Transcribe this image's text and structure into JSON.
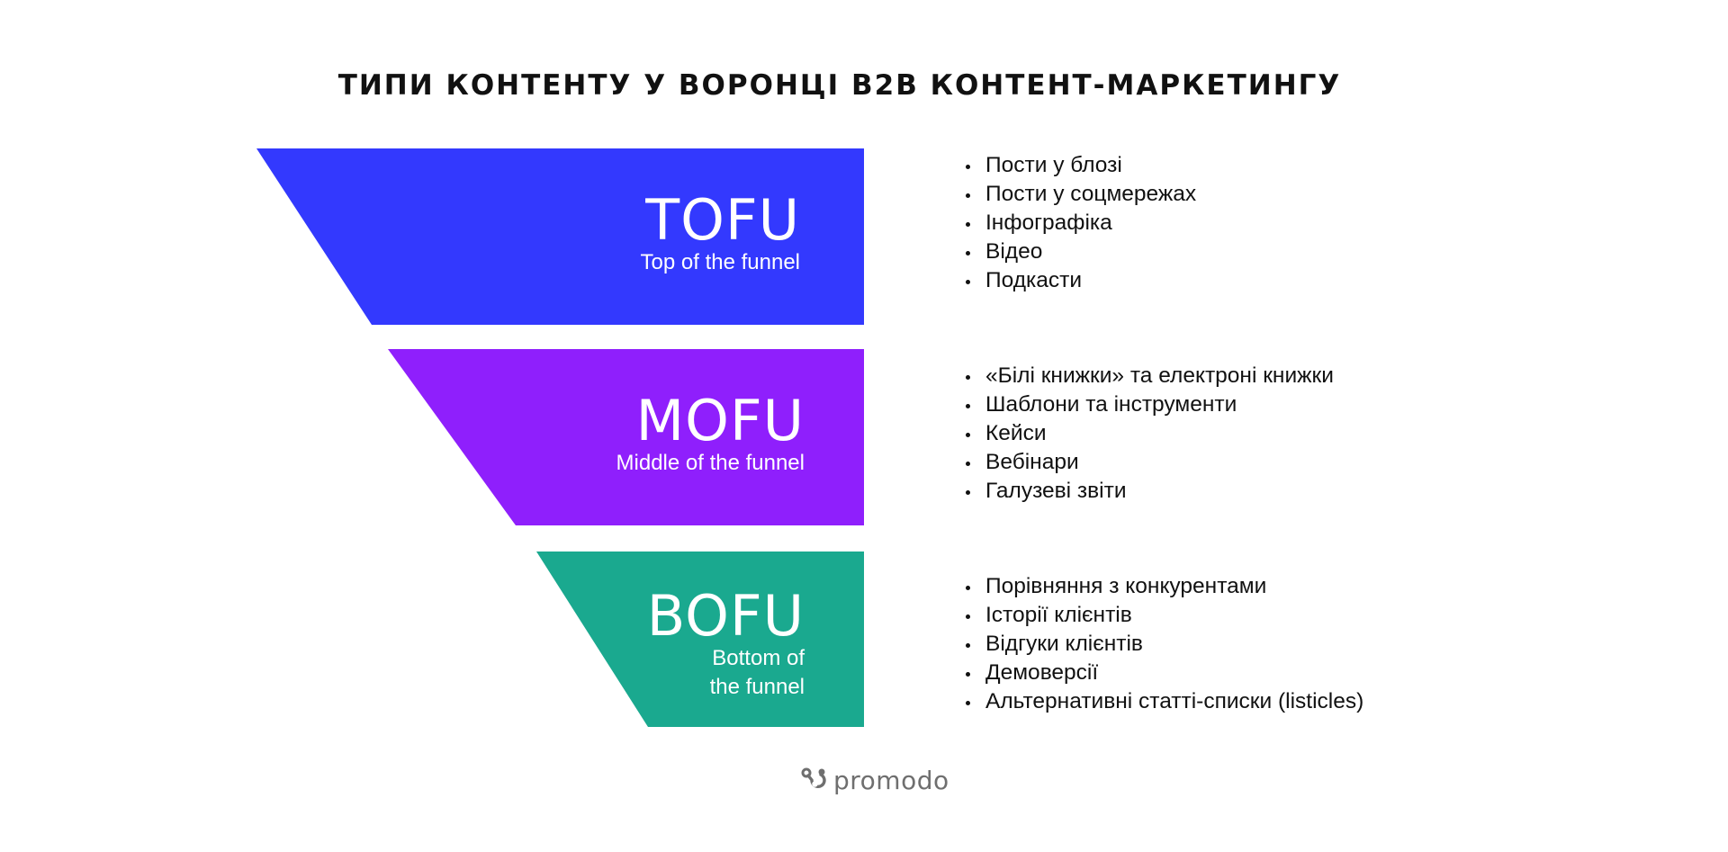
{
  "title": "ТИПИ КОНТЕНТУ У ВОРОНЦІ B2B КОНТЕНТ-МАРКЕТИНГУ",
  "stages": [
    {
      "abbr": "TOFU",
      "name": "Top of the funnel",
      "color": "#3339fe",
      "items": [
        "Пости у блозі",
        "Пости у соцмережах",
        "Інфографіка",
        "Відео",
        "Подкасти"
      ]
    },
    {
      "abbr": "MOFU",
      "name": "Middle of the funnel",
      "color": "#8f1ffc",
      "items": [
        "«Білі книжки» та електроні книжки",
        "Шаблони та інструменти",
        "Кейси",
        "Вебінари",
        "Галузеві звіти"
      ]
    },
    {
      "abbr": "BOFU",
      "name": "Bottom of\nthe funnel",
      "color": "#1aa98f",
      "items": [
        "Порівняння з конкурентами",
        "Історії клієнтів",
        "Відгуки клієнтів",
        "Демоверсії",
        "Альтернативні статті-списки (listicles)"
      ]
    }
  ],
  "logo": {
    "text": "promodo",
    "icon": "promodo-logo-icon",
    "color": "#6f6f6f"
  }
}
